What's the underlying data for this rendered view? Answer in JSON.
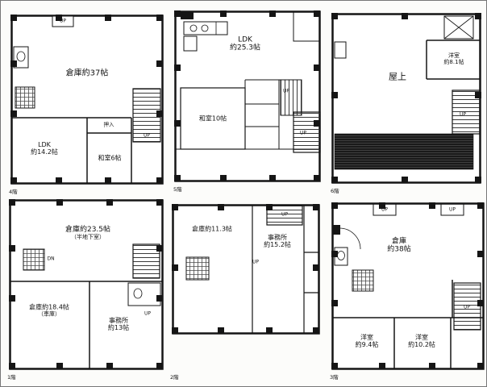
{
  "drawing": {
    "type": "floor-plan",
    "wall_color": "#1a1a1a",
    "background": "#fcfcfa"
  },
  "labels": {
    "up": "UP",
    "dn": "DN"
  },
  "floors": {
    "f1": {
      "caption": "1階",
      "storage_upper": "倉庫約23.5帖",
      "storage_upper_note": "（半地下室）",
      "garage": "倉庫約18.4帖",
      "garage_note": "（車庫）",
      "office": "事務所",
      "office_size": "約13帖"
    },
    "f2": {
      "caption": "2階",
      "storage": "倉庫約11.3帖",
      "office": "事務所",
      "office_size": "約15.2帖"
    },
    "f3": {
      "caption": "3階",
      "storage": "倉庫",
      "storage_size": "約38帖",
      "west_room1": "洋室",
      "west_room1_size": "約9.4帖",
      "west_room2": "洋室",
      "west_room2_size": "約10.2帖"
    },
    "f4": {
      "caption": "4階",
      "storage": "倉庫約37帖",
      "ldk": "LDK",
      "ldk_size": "約14.2帖",
      "tatami_room": "和室6帖",
      "closet": "押入"
    },
    "f5": {
      "caption": "5階",
      "ldk": "LDK",
      "ldk_size": "約25.3帖",
      "tatami_room": "和室10帖"
    },
    "f6": {
      "caption": "6階",
      "rooftop": "屋上",
      "west_room": "洋室",
      "west_room_size": "約8.1帖"
    }
  }
}
